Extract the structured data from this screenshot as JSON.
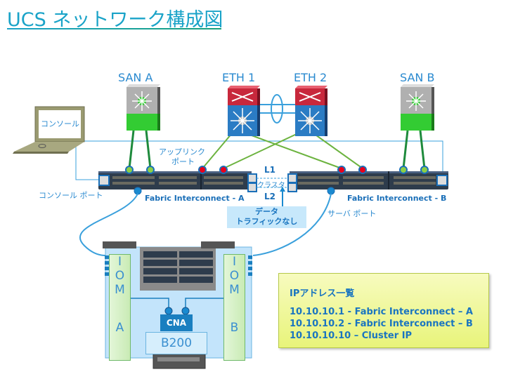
{
  "title": "UCS ネットワーク構成図",
  "devices": {
    "san_a": "SAN A",
    "eth1": "ETH 1",
    "eth2": "ETH 2",
    "san_b": "SAN B",
    "console": "コンソール"
  },
  "labels": {
    "uplink_port_1": "アップリンク",
    "uplink_port_2": "ポート",
    "console_port": "コンソール ポート",
    "fi_a": "Fabric Interconnect - A",
    "fi_b": "Fabric Interconnect - B",
    "server_port": "サーバ ポート",
    "l1": "L1",
    "l2": "L2",
    "cluster": "クラスタ",
    "no_traffic_1": "データ",
    "no_traffic_2": "トラフィックなし"
  },
  "chassis": {
    "iom_a": [
      "I",
      "O",
      "M",
      "A"
    ],
    "iom_b": [
      "I",
      "O",
      "M",
      "B"
    ],
    "cna": "CNA",
    "blade": "B200"
  },
  "ip_list": {
    "title": "IPアドレス一覧",
    "entries": [
      "10.10.10.1 - Fabric Interconnect – A",
      "10.10.10.2 - Fabric Interconnect – B",
      "10.10.10.10 – Cluster IP"
    ]
  },
  "colors": {
    "accent": "#2a8ad0",
    "san_green": "#33cc33",
    "eth_red": "#c8283c",
    "eth_blue": "#2b7cc4",
    "uplink_red": "#e8001c",
    "uplink_green": "#8ccf46"
  }
}
